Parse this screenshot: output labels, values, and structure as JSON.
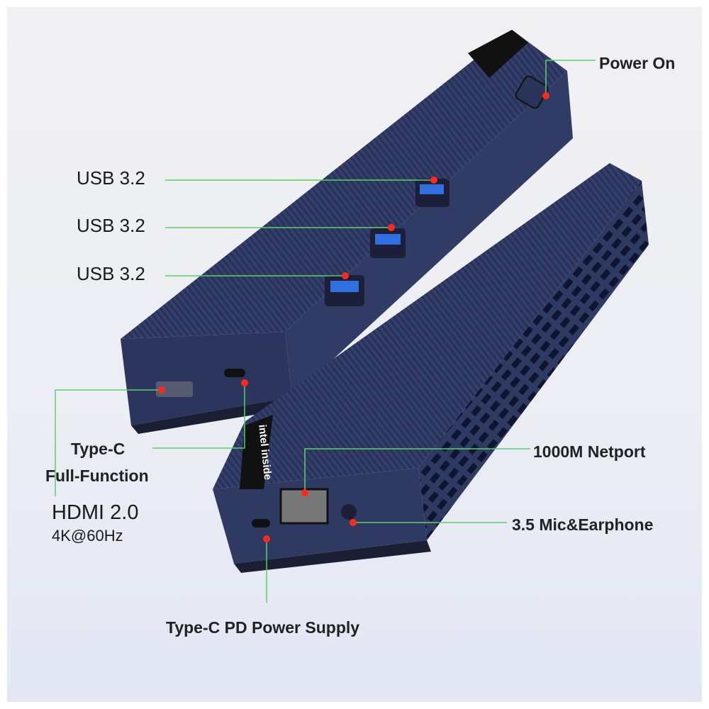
{
  "labels": {
    "power_on": "Power On",
    "usb_1": "USB 3.2",
    "usb_2": "USB 3.2",
    "usb_3": "USB 3.2",
    "type_c": "Type-C",
    "full_function": "Full-Function",
    "hdmi": "HDMI 2.0",
    "hdmi_res": "4K@60Hz",
    "netport": "1000M Netport",
    "mic": "3.5 Mic&Earphone",
    "pd_power": "Type-C PD Power Supply"
  },
  "badge_text": "intel inside",
  "colors": {
    "device": "#2f3a63",
    "line": "#5ccf6a",
    "dot": "#ff2a1a",
    "usb": "#2f6fe0"
  }
}
